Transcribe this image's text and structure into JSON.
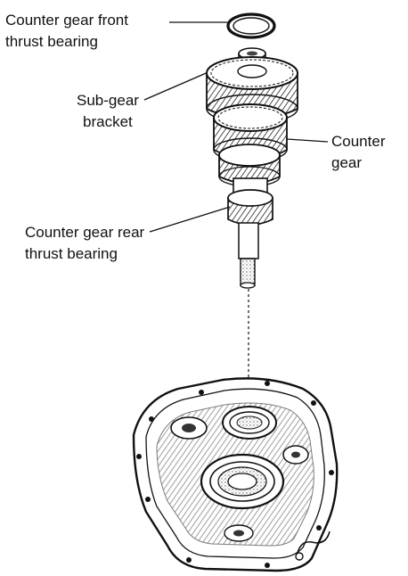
{
  "labels": {
    "front_line1": "Counter gear front",
    "front_line2": "thrust bearing",
    "sub_line1": "Sub-gear",
    "sub_line2": "bracket",
    "counter_line1": "Counter",
    "counter_line2": "gear",
    "rear_line1": "Counter gear rear",
    "rear_line2": "thrust bearing"
  },
  "colors": {
    "ink": "#111111",
    "paper": "#ffffff"
  }
}
